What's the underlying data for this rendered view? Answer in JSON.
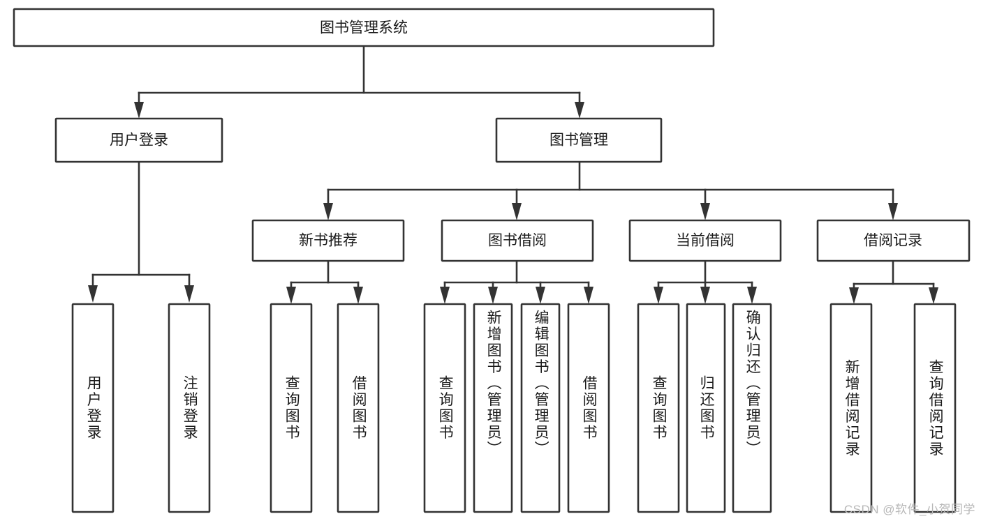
{
  "diagram": {
    "type": "tree-hierarchy",
    "title": "图书管理系统",
    "watermark": "CSDN @软件_小贺同学",
    "colors": {
      "stroke": "#333333",
      "box_fill": "#ffffff",
      "text": "#1a1a1a",
      "background": "#ffffff",
      "watermark": "#b8b8b8"
    },
    "levels": {
      "root": {
        "label": "图书管理系统",
        "orientation": "horizontal"
      },
      "level2": [
        {
          "label": "用户登录",
          "orientation": "horizontal"
        },
        {
          "label": "图书管理",
          "orientation": "horizontal"
        }
      ],
      "level3": [
        {
          "label": "新书推荐",
          "orientation": "horizontal",
          "parent": "图书管理"
        },
        {
          "label": "图书借阅",
          "orientation": "horizontal",
          "parent": "图书管理"
        },
        {
          "label": "当前借阅",
          "orientation": "horizontal",
          "parent": "图书管理"
        },
        {
          "label": "借阅记录",
          "orientation": "horizontal",
          "parent": "图书管理"
        }
      ],
      "leaves": [
        {
          "label": "用户登录",
          "orientation": "vertical",
          "parent": "用户登录"
        },
        {
          "label": "注销登录",
          "orientation": "vertical",
          "parent": "用户登录"
        },
        {
          "label": "查询图书",
          "orientation": "vertical",
          "parent": "新书推荐"
        },
        {
          "label": "借阅图书",
          "orientation": "vertical",
          "parent": "新书推荐"
        },
        {
          "label": "查询图书",
          "orientation": "vertical",
          "parent": "图书借阅"
        },
        {
          "label": "新增图书（管理员）",
          "orientation": "vertical",
          "parent": "图书借阅"
        },
        {
          "label": "编辑图书（管理员）",
          "orientation": "vertical",
          "parent": "图书借阅"
        },
        {
          "label": "借阅图书",
          "orientation": "vertical",
          "parent": "图书借阅"
        },
        {
          "label": "查询图书",
          "orientation": "vertical",
          "parent": "当前借阅"
        },
        {
          "label": "归还图书",
          "orientation": "vertical",
          "parent": "当前借阅"
        },
        {
          "label": "确认归还（管理员）",
          "orientation": "vertical",
          "parent": "当前借阅"
        },
        {
          "label": "新增借阅记录",
          "orientation": "vertical",
          "parent": "借阅记录"
        },
        {
          "label": "查询借阅记录",
          "orientation": "vertical",
          "parent": "借阅记录"
        }
      ]
    }
  }
}
